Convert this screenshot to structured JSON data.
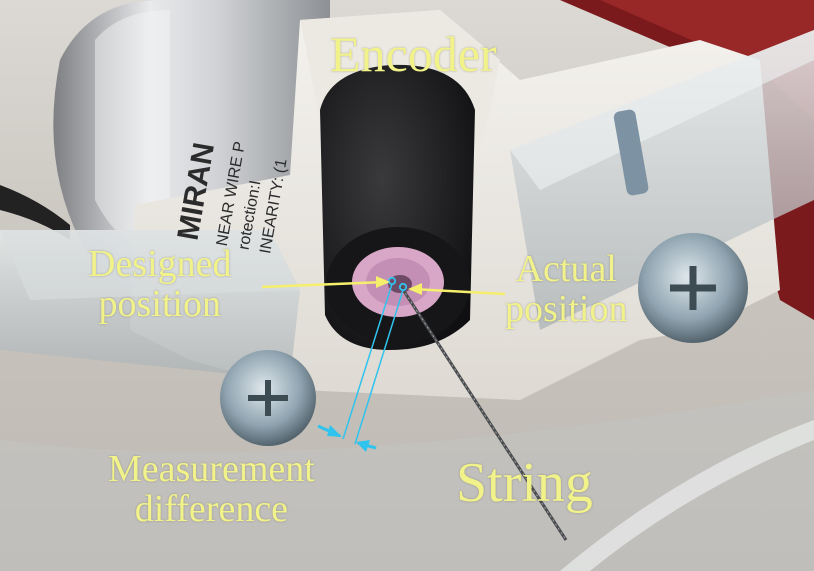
{
  "colors": {
    "label": "#f2f28a",
    "pointer": "#f5ef6c",
    "measurement_line": "#2fc3ee"
  },
  "annotations": {
    "encoder": "Encoder",
    "designed_position": [
      "Designed",
      "position"
    ],
    "actual_position": [
      "Actual",
      "position"
    ],
    "measurement_difference": [
      "Measurement",
      "difference"
    ],
    "string": "String"
  },
  "sensor_label_text": [
    "MIRAN",
    "NEAR WIRE P",
    "rotection:I",
    "INEARITY: (1"
  ]
}
